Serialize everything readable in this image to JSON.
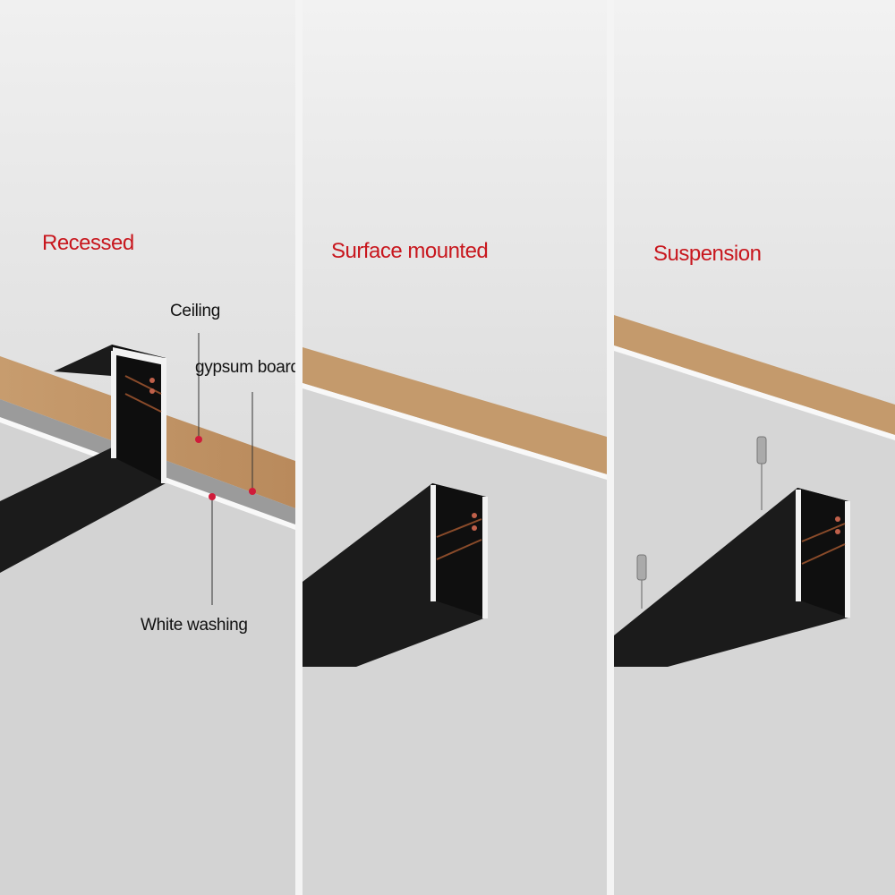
{
  "panels": [
    {
      "title": "Recessed",
      "callouts": {
        "ceiling": "Ceiling",
        "gypsum": "gypsum board",
        "white_washing": "White washing"
      }
    },
    {
      "title": "Surface mounted"
    },
    {
      "title": "Suspension"
    }
  ],
  "colors": {
    "title": "#c8171e",
    "wood": "#c49a6c",
    "profile": "#1a1a1a",
    "background_top": "#ededed",
    "background_bottom": "#cfcfcf",
    "marker": "#d01b3a"
  },
  "icons": {
    "callout_marker": "red-dot-marker",
    "suspension_hanger": "ceiling-anchor-icon"
  }
}
